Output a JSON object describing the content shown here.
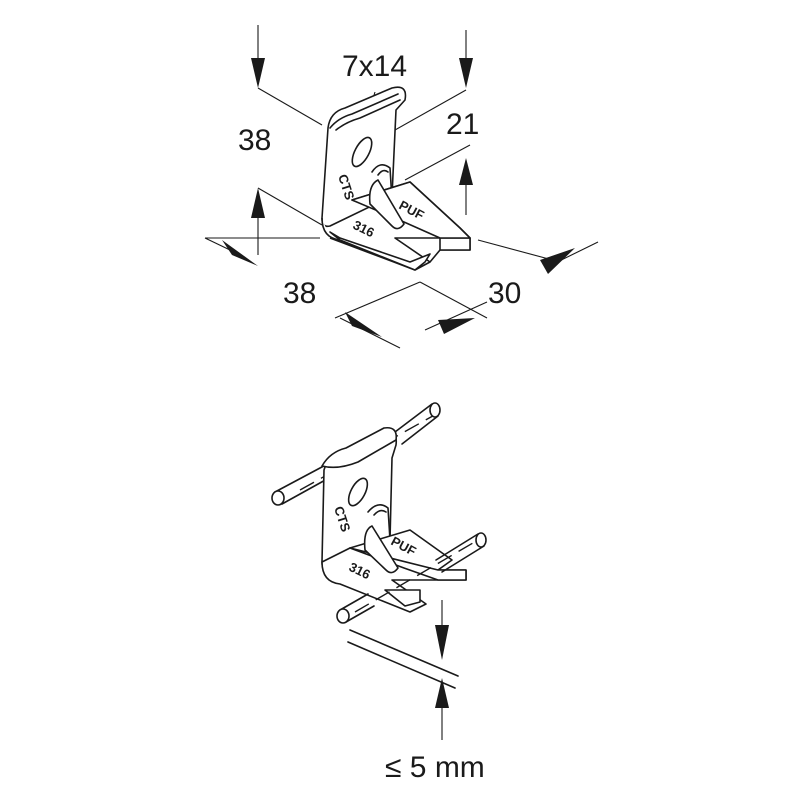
{
  "top_view": {
    "dimensions": {
      "height": "38",
      "depth": "38",
      "width": "30",
      "lip": "21",
      "slot": "7x14"
    },
    "stamps": {
      "brand": "CTS",
      "material": "316",
      "product": "PUF"
    }
  },
  "bottom_view": {
    "stamps": {
      "brand": "CTS",
      "material": "316",
      "product": "PUF"
    },
    "gap_label": "≤ 5 mm"
  }
}
